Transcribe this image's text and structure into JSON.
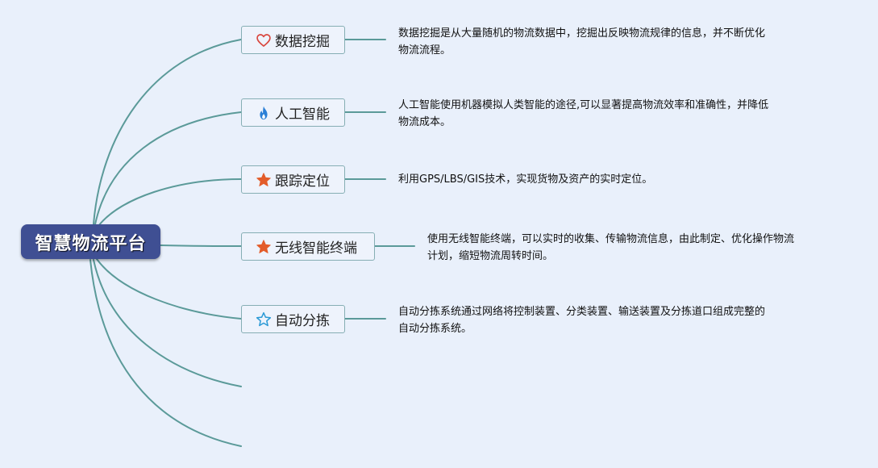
{
  "root": {
    "label": "智慧物流平台"
  },
  "topics": [
    {
      "label": "数据挖掘",
      "icon": "heart-outline-icon",
      "description": [
        "数据挖掘是从大量随机的物流数据中，挖掘出反映物流规律的信息，并不断优化",
        "物流流程。"
      ]
    },
    {
      "label": "人工智能",
      "icon": "flame-icon",
      "description": [
        "人工智能使用机器模拟人类智能的途径,可以显著提高物流效率和准确性，并降低",
        "物流成本。"
      ]
    },
    {
      "label": "跟踪定位",
      "icon": "star-filled-icon",
      "description": [
        "利用GPS/LBS/GIS技术，实现货物及资产的实时定位。"
      ]
    },
    {
      "label": "无线智能终端",
      "icon": "star-filled-icon",
      "description": [
        "使用无线智能终端，可以实时的收集、传输物流信息，由此制定、优化操作物流",
        "计划，缩短物流周转时间。"
      ]
    },
    {
      "label": "自动分拣",
      "icon": "star-outline-icon",
      "description": [
        "自动分拣系统通过网络将控制装置、分类装置、输送装置及分拣道口组成完整的",
        "自动分拣系统。"
      ]
    }
  ],
  "colors": {
    "background": "#e9f0fb",
    "root_fill": "#3f4f93",
    "connector": "#5b9a99",
    "topic_border": "#86aeb4",
    "heart": "#d9473f",
    "flame": "#2b7fd6",
    "star_filled": "#e35c2a",
    "star_outline": "#2b9ad6"
  }
}
